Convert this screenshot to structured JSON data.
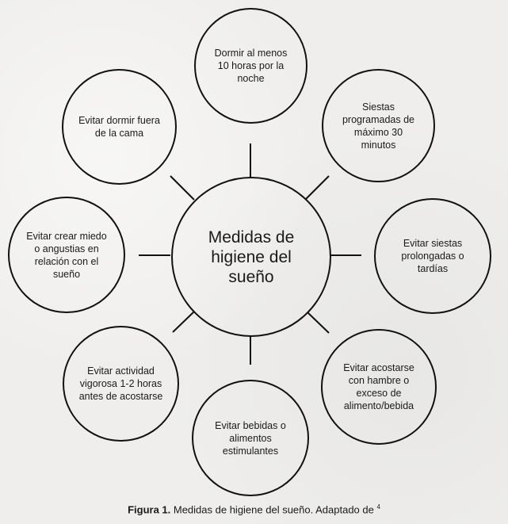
{
  "diagram": {
    "center": "Medidas de higiene del sueño",
    "nodes": [
      "Dormir al menos 10 horas por la noche",
      "Siestas programadas de máximo 30 minutos",
      "Evitar siestas prolongadas o tardías",
      "Evitar acostarse con hambre o exceso de alimento/bebida",
      "Evitar bebidas o alimentos estimulantes",
      "Evitar actividad vigorosa 1-2 horas antes de acostarse",
      "Evitar crear miedo o angustias en relación con el sueño",
      "Evitar dormir fuera de la cama"
    ]
  },
  "caption": {
    "label": "Figura 1.",
    "text": " Medidas de higiene del sueño. Adaptado de ",
    "ref": "4"
  }
}
